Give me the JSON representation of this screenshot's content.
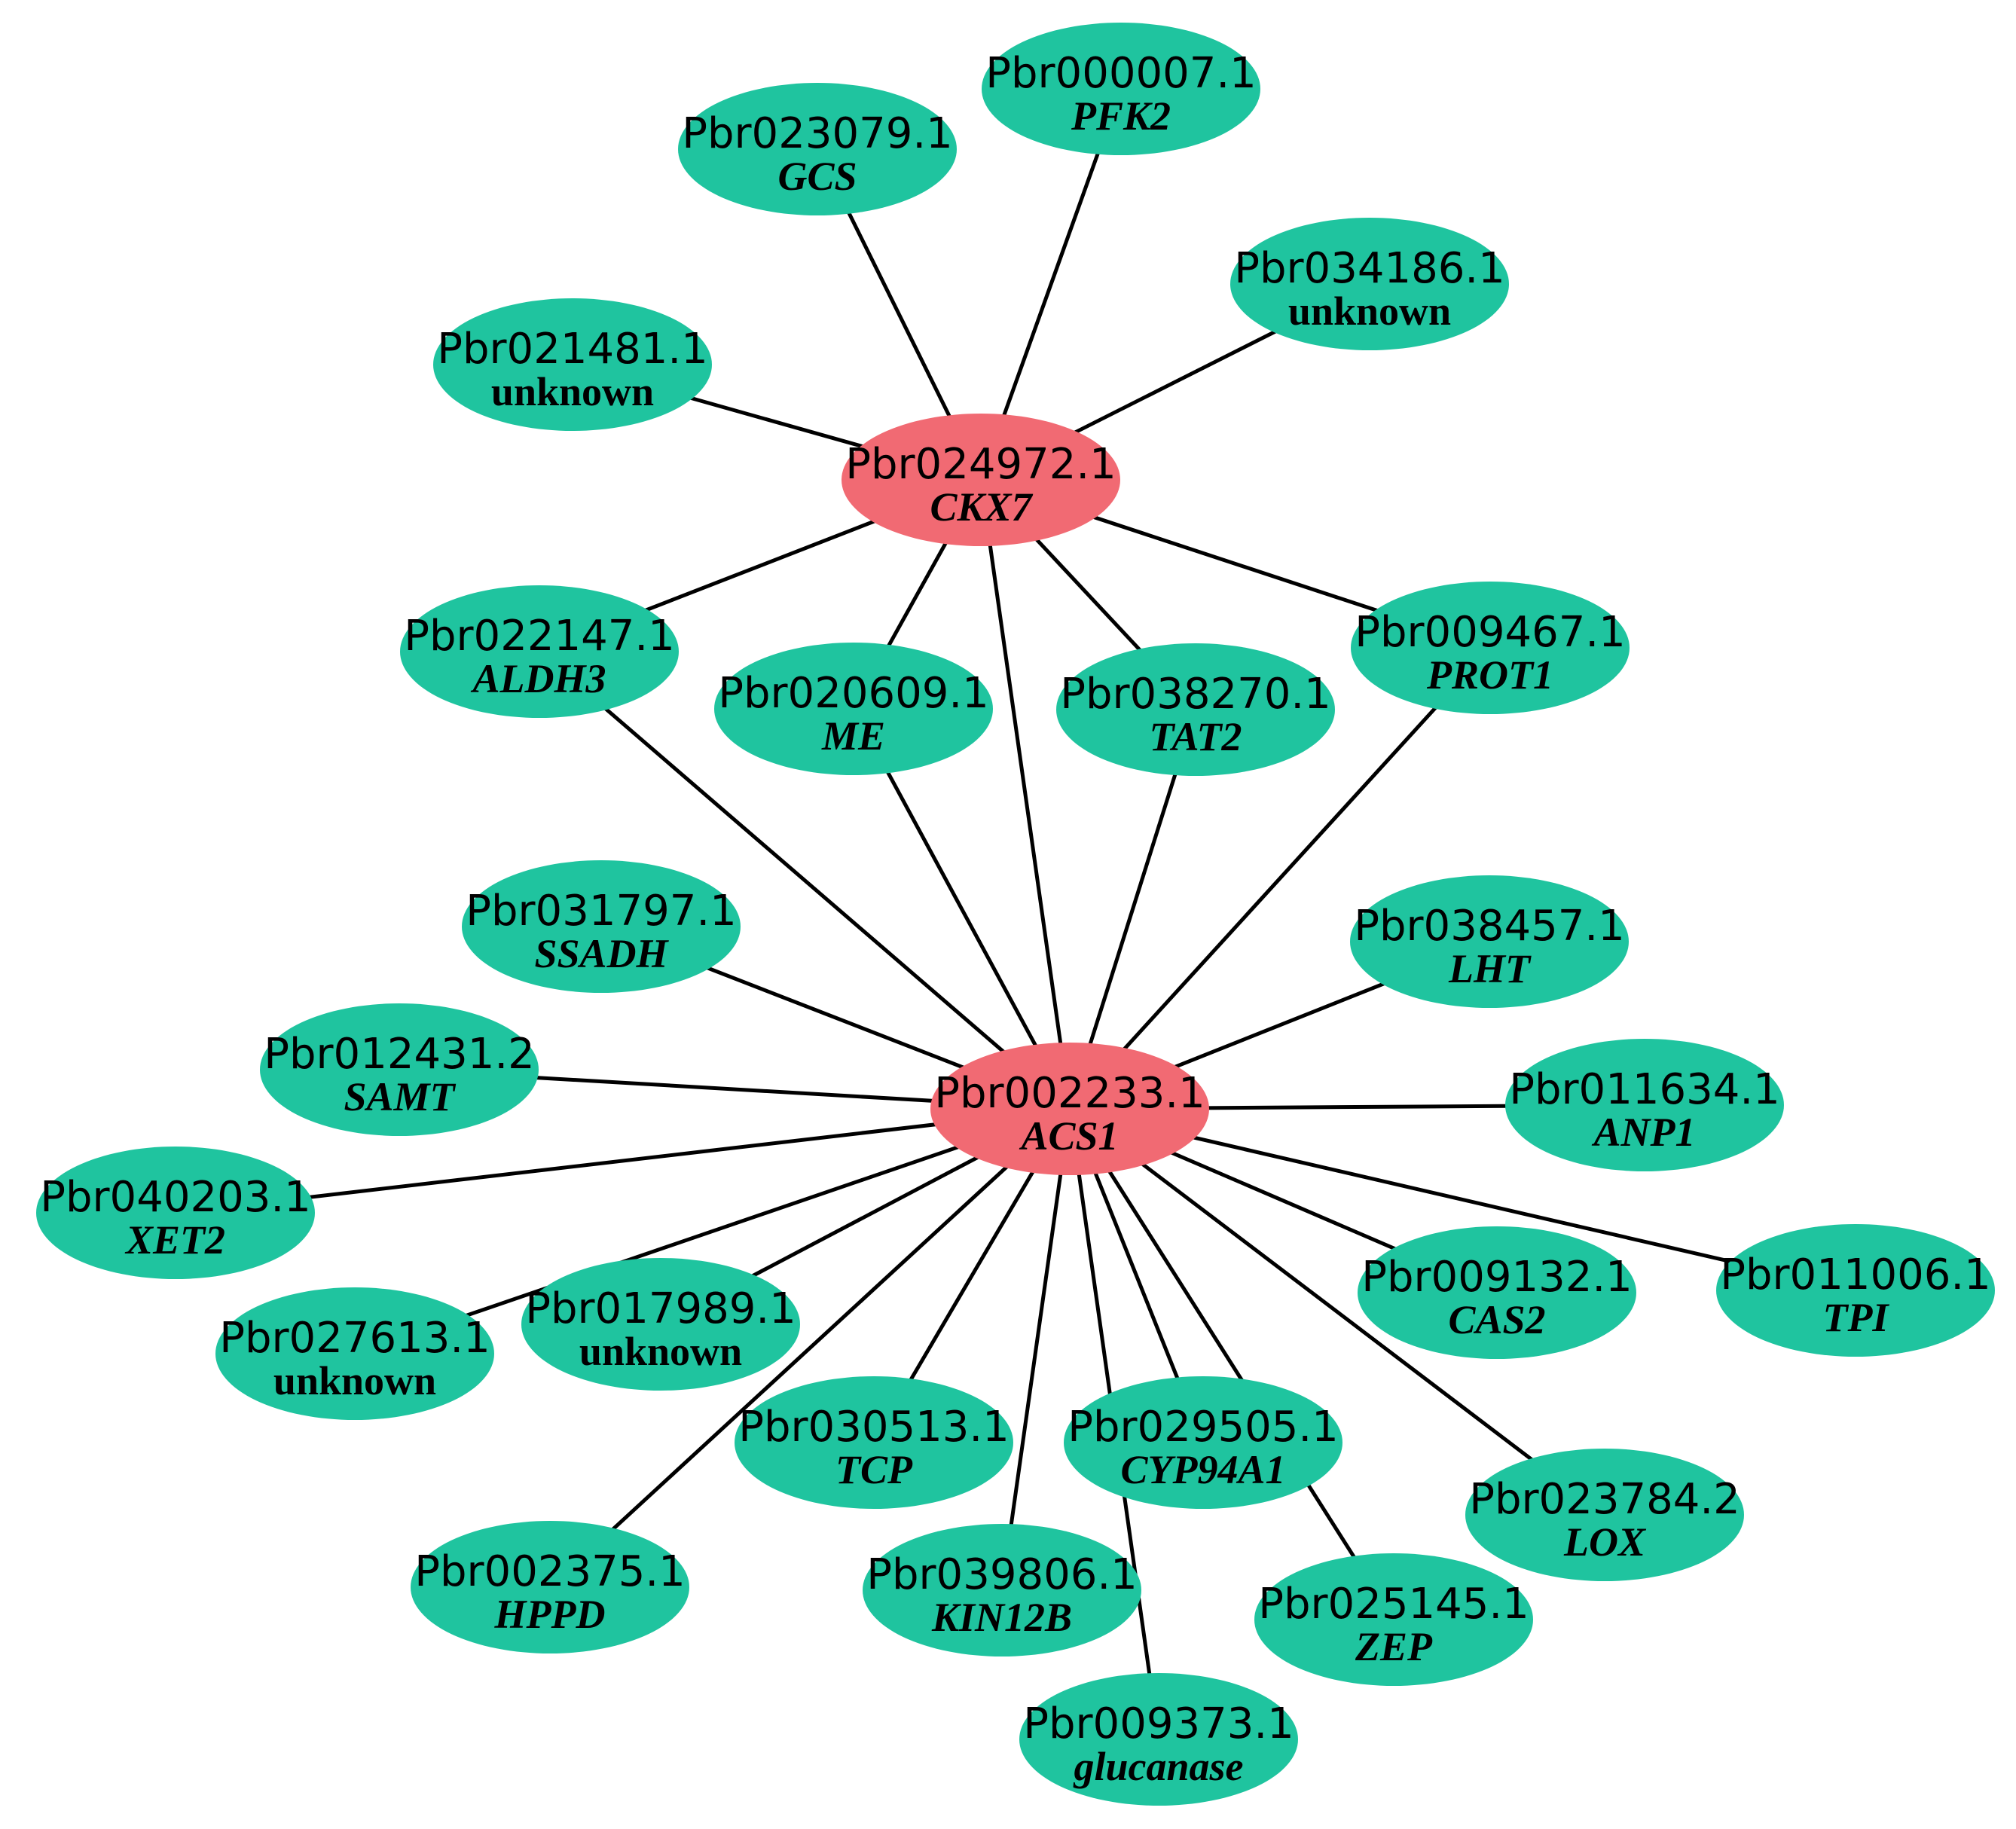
{
  "colors": {
    "hub": "#f16a73",
    "node": "#1fc49f",
    "edge": "#000000",
    "background": "#ffffff"
  },
  "nodes": [
    {
      "key": "ckx7",
      "id": "Pbr024972.1",
      "gene": "CKX7",
      "italic": true,
      "hub": true
    },
    {
      "key": "acs1",
      "id": "Pbr002233.1",
      "gene": "ACS1",
      "italic": true,
      "hub": true
    },
    {
      "key": "pfk2",
      "id": "Pbr000007.1",
      "gene": "PFK2",
      "italic": true
    },
    {
      "key": "gcs",
      "id": "Pbr023079.1",
      "gene": "GCS",
      "italic": true
    },
    {
      "key": "unk034186",
      "id": "Pbr034186.1",
      "gene": "unknown",
      "italic": false
    },
    {
      "key": "unk021481",
      "id": "Pbr021481.1",
      "gene": "unknown",
      "italic": false
    },
    {
      "key": "aldh3",
      "id": "Pbr022147.1",
      "gene": "ALDH3",
      "italic": true
    },
    {
      "key": "me",
      "id": "Pbr020609.1",
      "gene": "ME",
      "italic": true
    },
    {
      "key": "tat2",
      "id": "Pbr038270.1",
      "gene": "TAT2",
      "italic": true
    },
    {
      "key": "prot1",
      "id": "Pbr009467.1",
      "gene": "PROT1",
      "italic": true
    },
    {
      "key": "ssadh",
      "id": "Pbr031797.1",
      "gene": "SSADH",
      "italic": true
    },
    {
      "key": "lht",
      "id": "Pbr038457.1",
      "gene": "LHT",
      "italic": true
    },
    {
      "key": "samt",
      "id": "Pbr012431.2",
      "gene": "SAMT",
      "italic": true
    },
    {
      "key": "anp1",
      "id": "Pbr011634.1",
      "gene": "ANP1",
      "italic": true
    },
    {
      "key": "xet2",
      "id": "Pbr040203.1",
      "gene": "XET2",
      "italic": true
    },
    {
      "key": "tpi",
      "id": "Pbr011006.1",
      "gene": "TPI",
      "italic": true
    },
    {
      "key": "cas2",
      "id": "Pbr009132.1",
      "gene": "CAS2",
      "italic": true
    },
    {
      "key": "unk017989",
      "id": "Pbr017989.1",
      "gene": "unknown",
      "italic": false
    },
    {
      "key": "unk027613",
      "id": "Pbr027613.1",
      "gene": "unknown",
      "italic": false
    },
    {
      "key": "tcp",
      "id": "Pbr030513.1",
      "gene": "TCP",
      "italic": true
    },
    {
      "key": "cyp94a1",
      "id": "Pbr029505.1",
      "gene": "CYP94A1",
      "italic": true
    },
    {
      "key": "lox",
      "id": "Pbr023784.2",
      "gene": "LOX",
      "italic": true
    },
    {
      "key": "hppd",
      "id": "Pbr002375.1",
      "gene": "HPPD",
      "italic": true
    },
    {
      "key": "kin12b",
      "id": "Pbr039806.1",
      "gene": "KIN12B",
      "italic": true
    },
    {
      "key": "zep",
      "id": "Pbr025145.1",
      "gene": "ZEP",
      "italic": true
    },
    {
      "key": "glucanase",
      "id": "Pbr009373.1",
      "gene": "glucanase",
      "italic": true
    }
  ],
  "edges": [
    [
      "ckx7",
      "pfk2"
    ],
    [
      "ckx7",
      "gcs"
    ],
    [
      "ckx7",
      "unk034186"
    ],
    [
      "ckx7",
      "unk021481"
    ],
    [
      "ckx7",
      "aldh3"
    ],
    [
      "ckx7",
      "me"
    ],
    [
      "ckx7",
      "tat2"
    ],
    [
      "ckx7",
      "prot1"
    ],
    [
      "ckx7",
      "acs1"
    ],
    [
      "acs1",
      "aldh3"
    ],
    [
      "acs1",
      "me"
    ],
    [
      "acs1",
      "tat2"
    ],
    [
      "acs1",
      "prot1"
    ],
    [
      "acs1",
      "ssadh"
    ],
    [
      "acs1",
      "lht"
    ],
    [
      "acs1",
      "samt"
    ],
    [
      "acs1",
      "anp1"
    ],
    [
      "acs1",
      "xet2"
    ],
    [
      "acs1",
      "tpi"
    ],
    [
      "acs1",
      "cas2"
    ],
    [
      "acs1",
      "unk017989"
    ],
    [
      "acs1",
      "unk027613"
    ],
    [
      "acs1",
      "tcp"
    ],
    [
      "acs1",
      "cyp94a1"
    ],
    [
      "acs1",
      "lox"
    ],
    [
      "acs1",
      "hppd"
    ],
    [
      "acs1",
      "kin12b"
    ],
    [
      "acs1",
      "zep"
    ],
    [
      "acs1",
      "glucanase"
    ]
  ]
}
